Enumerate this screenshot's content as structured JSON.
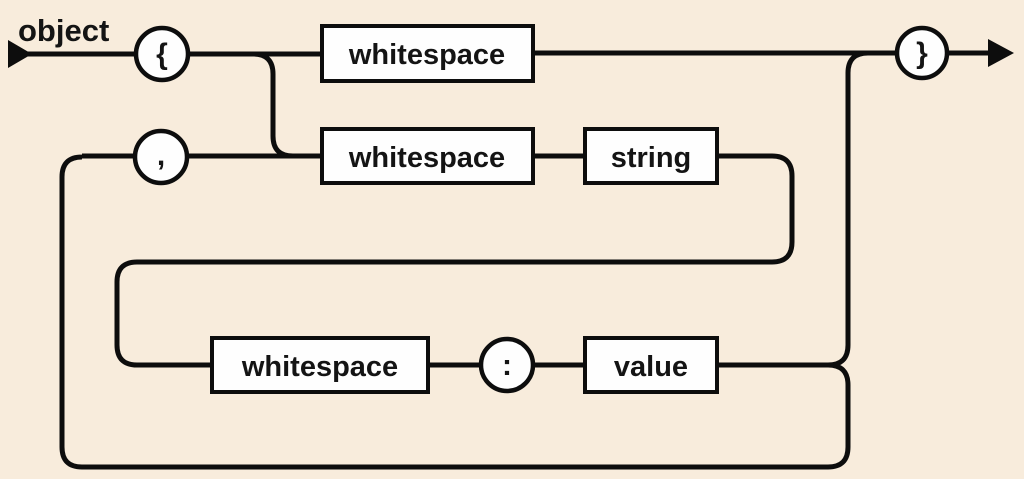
{
  "diagram": {
    "rule_name": "object",
    "terminals": {
      "open_brace": "{",
      "comma": ",",
      "colon": ":",
      "close_brace": "}"
    },
    "nonterminals": {
      "whitespace_top": "whitespace",
      "whitespace_mid": "whitespace",
      "whitespace_bottom": "whitespace",
      "string": "string",
      "value": "value"
    },
    "colors": {
      "background": "#f8ecdc",
      "line": "#0d0d0d",
      "node_fill": "#fefefe",
      "text": "#141414"
    }
  }
}
